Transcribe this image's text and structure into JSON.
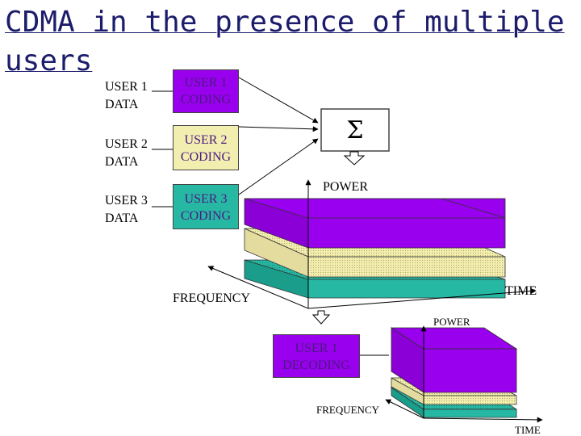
{
  "title": "CDMA in the presence of multiple users",
  "inputs": [
    {
      "data_line1": "USER 1",
      "data_line2": "DATA",
      "coding_line1": "USER 1",
      "coding_line2": "CODING"
    },
    {
      "data_line1": "USER 2",
      "data_line2": "DATA",
      "coding_line1": "USER 2",
      "coding_line2": "CODING"
    },
    {
      "data_line1": "USER 3",
      "data_line2": "DATA",
      "coding_line1": "USER 3",
      "coding_line2": "CODING"
    }
  ],
  "sum_symbol": "Σ",
  "top_plot": {
    "power_label": "POWER",
    "time_label": "TIME",
    "frequency_label": "FREQUENCY"
  },
  "decoding": {
    "line1": "USER 1",
    "line2": "DECODING"
  },
  "bottom_plot": {
    "power_label": "POWER",
    "time_label": "TIME",
    "frequency_label": "FREQUENCY"
  },
  "colors": {
    "user1": "#9900ee",
    "user2": "#f2eeb0",
    "user3": "#27b8a4",
    "title": "#1c1c6c",
    "coding_text": "#4a1a80"
  }
}
